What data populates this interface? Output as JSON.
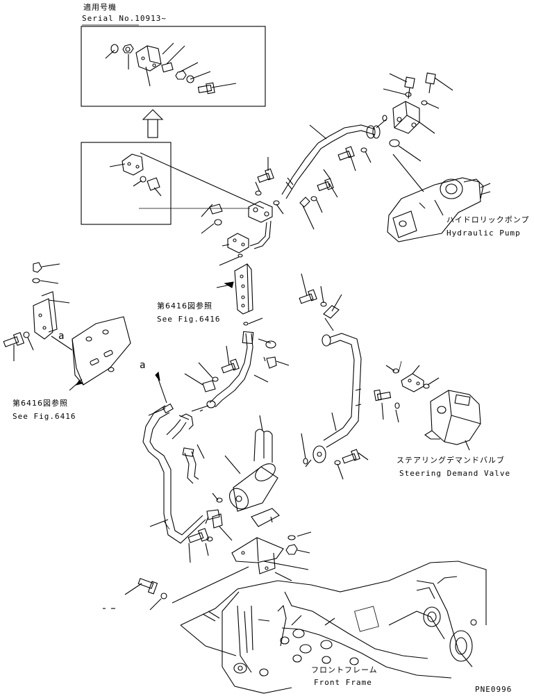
{
  "inset_top": {
    "title_jp": "適用号機",
    "title_en": "Serial No.10913~"
  },
  "labels": {
    "hydraulic_pump_jp": "ハイドロリックポンプ",
    "hydraulic_pump_en": "Hydraulic Pump",
    "see_fig_upper_jp": "第6416図参照",
    "see_fig_upper_en": "See Fig.6416",
    "see_fig_left_jp": "第6416図参照",
    "see_fig_left_en": "See Fig.6416",
    "steering_valve_jp": "ステアリングデマンドバルブ",
    "steering_valve_en": "Steering Demand Valve",
    "front_frame_jp": "フロントフレーム",
    "front_frame_en": "Front Frame",
    "ref_a_left": "a",
    "ref_a_mid": "a",
    "drawing_code": "PNE0996"
  }
}
